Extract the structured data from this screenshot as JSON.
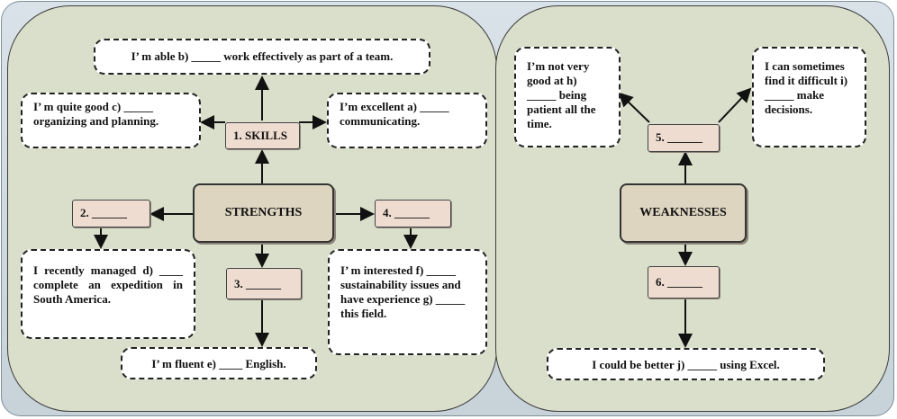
{
  "strengths": {
    "center_label": "STRENGTHS",
    "skills_label": "1. SKILLS",
    "node2": "2. ______",
    "node3": "3. ______",
    "node4": "4. ______",
    "box_b": "I’ m able b) _____ work effectively  as part of a team.",
    "box_c": "I’ m quite good c) _____ organizing  and planning.",
    "box_a": "I’m excellent  a) _____ communicating.",
    "box_d": "I   recently  managed   d)  ____   complete   an expedition   in   South America.",
    "box_e": "I’ m fluent  e) ____ English.",
    "box_f": "I’ m interested  f) _____ sustainability issues  and have experience  g) _____ this field."
  },
  "weaknesses": {
    "center_label": "WEAKNESSES",
    "node5": "5. ______",
    "node6": "6. ______",
    "box_h": "I’m not very good at h) _____ being patient all the time.",
    "box_i": "I can sometimes find it difficult i) _____ make decisions.",
    "box_j": "I could be better j) _____ using  Excel."
  }
}
